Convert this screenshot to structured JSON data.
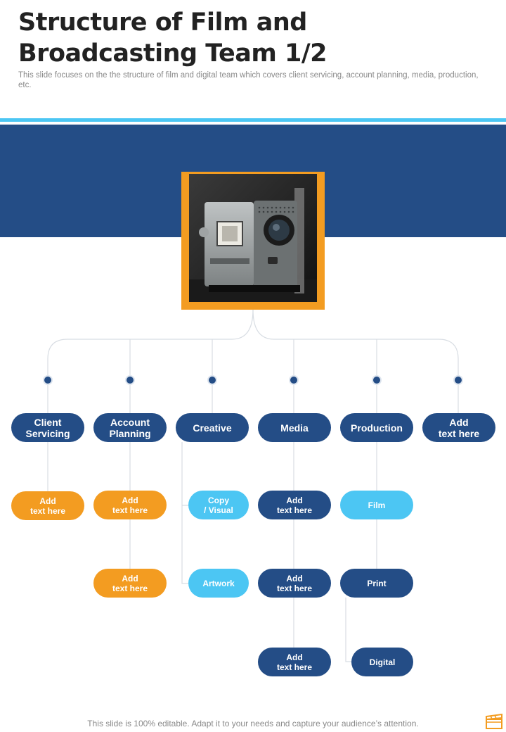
{
  "header": {
    "title": "Structure of Film and Broadcasting Team 1/2",
    "subtitle": "This slide focuses on the the structure of film and digital team which covers client servicing, account planning, media, production, etc."
  },
  "diagram": {
    "root_image": "camera-projector-photo",
    "columns": [
      {
        "label": "Client\nServicing",
        "children": [
          "Add\ntext here"
        ]
      },
      {
        "label": "Account\nPlanning",
        "children": [
          "Add\ntext here",
          "Add\ntext here"
        ]
      },
      {
        "label": "Creative",
        "children": [
          "Copy\n/ Visual",
          "Artwork"
        ]
      },
      {
        "label": "Media",
        "children": [
          "Add\ntext here",
          "Add\ntext here",
          "Add\ntext here"
        ]
      },
      {
        "label": "Production",
        "children": [
          "Film",
          "Print",
          "Digital"
        ]
      },
      {
        "label": "Add\ntext here",
        "children": []
      }
    ]
  },
  "footer": {
    "text": "This slide is 100% editable. Adapt it to your needs and capture your audience’s attention."
  },
  "colors": {
    "navy": "#244d86",
    "orange": "#f39c21",
    "cyan": "#4cc6f3",
    "connector": "#d8dde3"
  },
  "icons": [
    "clapperboard-icon"
  ]
}
